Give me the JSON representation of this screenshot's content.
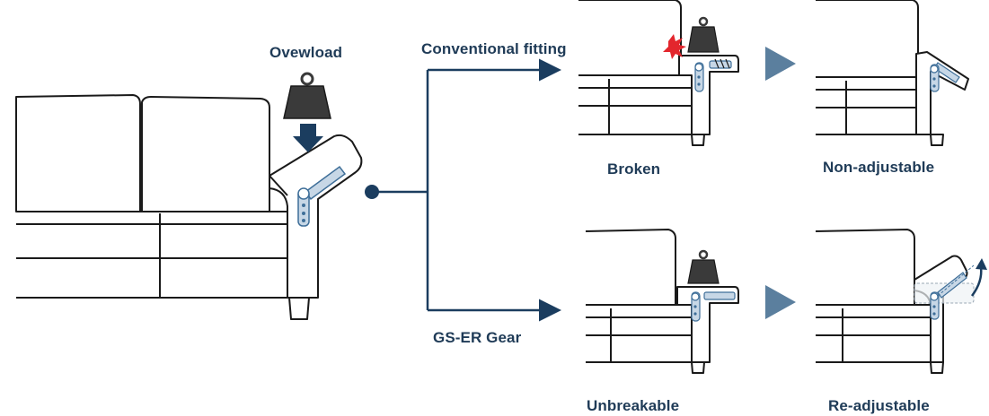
{
  "labels": {
    "overload": "Ovewload",
    "conventional": "Conventional fitting",
    "gs_er": "GS-ER Gear",
    "broken": "Broken",
    "non_adjustable": "Non-adjustable",
    "unbreakable": "Unbreakable",
    "re_adjustable": "Re-adjustable"
  },
  "colors": {
    "line": "#1a1a1a",
    "navy": "#1b3d5f",
    "weight": "#3a3a3a",
    "mechanism": "#c7d7e6",
    "mechanism_stroke": "#3f6f99",
    "play_arrow": "#5b7f9e",
    "burst": "#e3262d"
  }
}
